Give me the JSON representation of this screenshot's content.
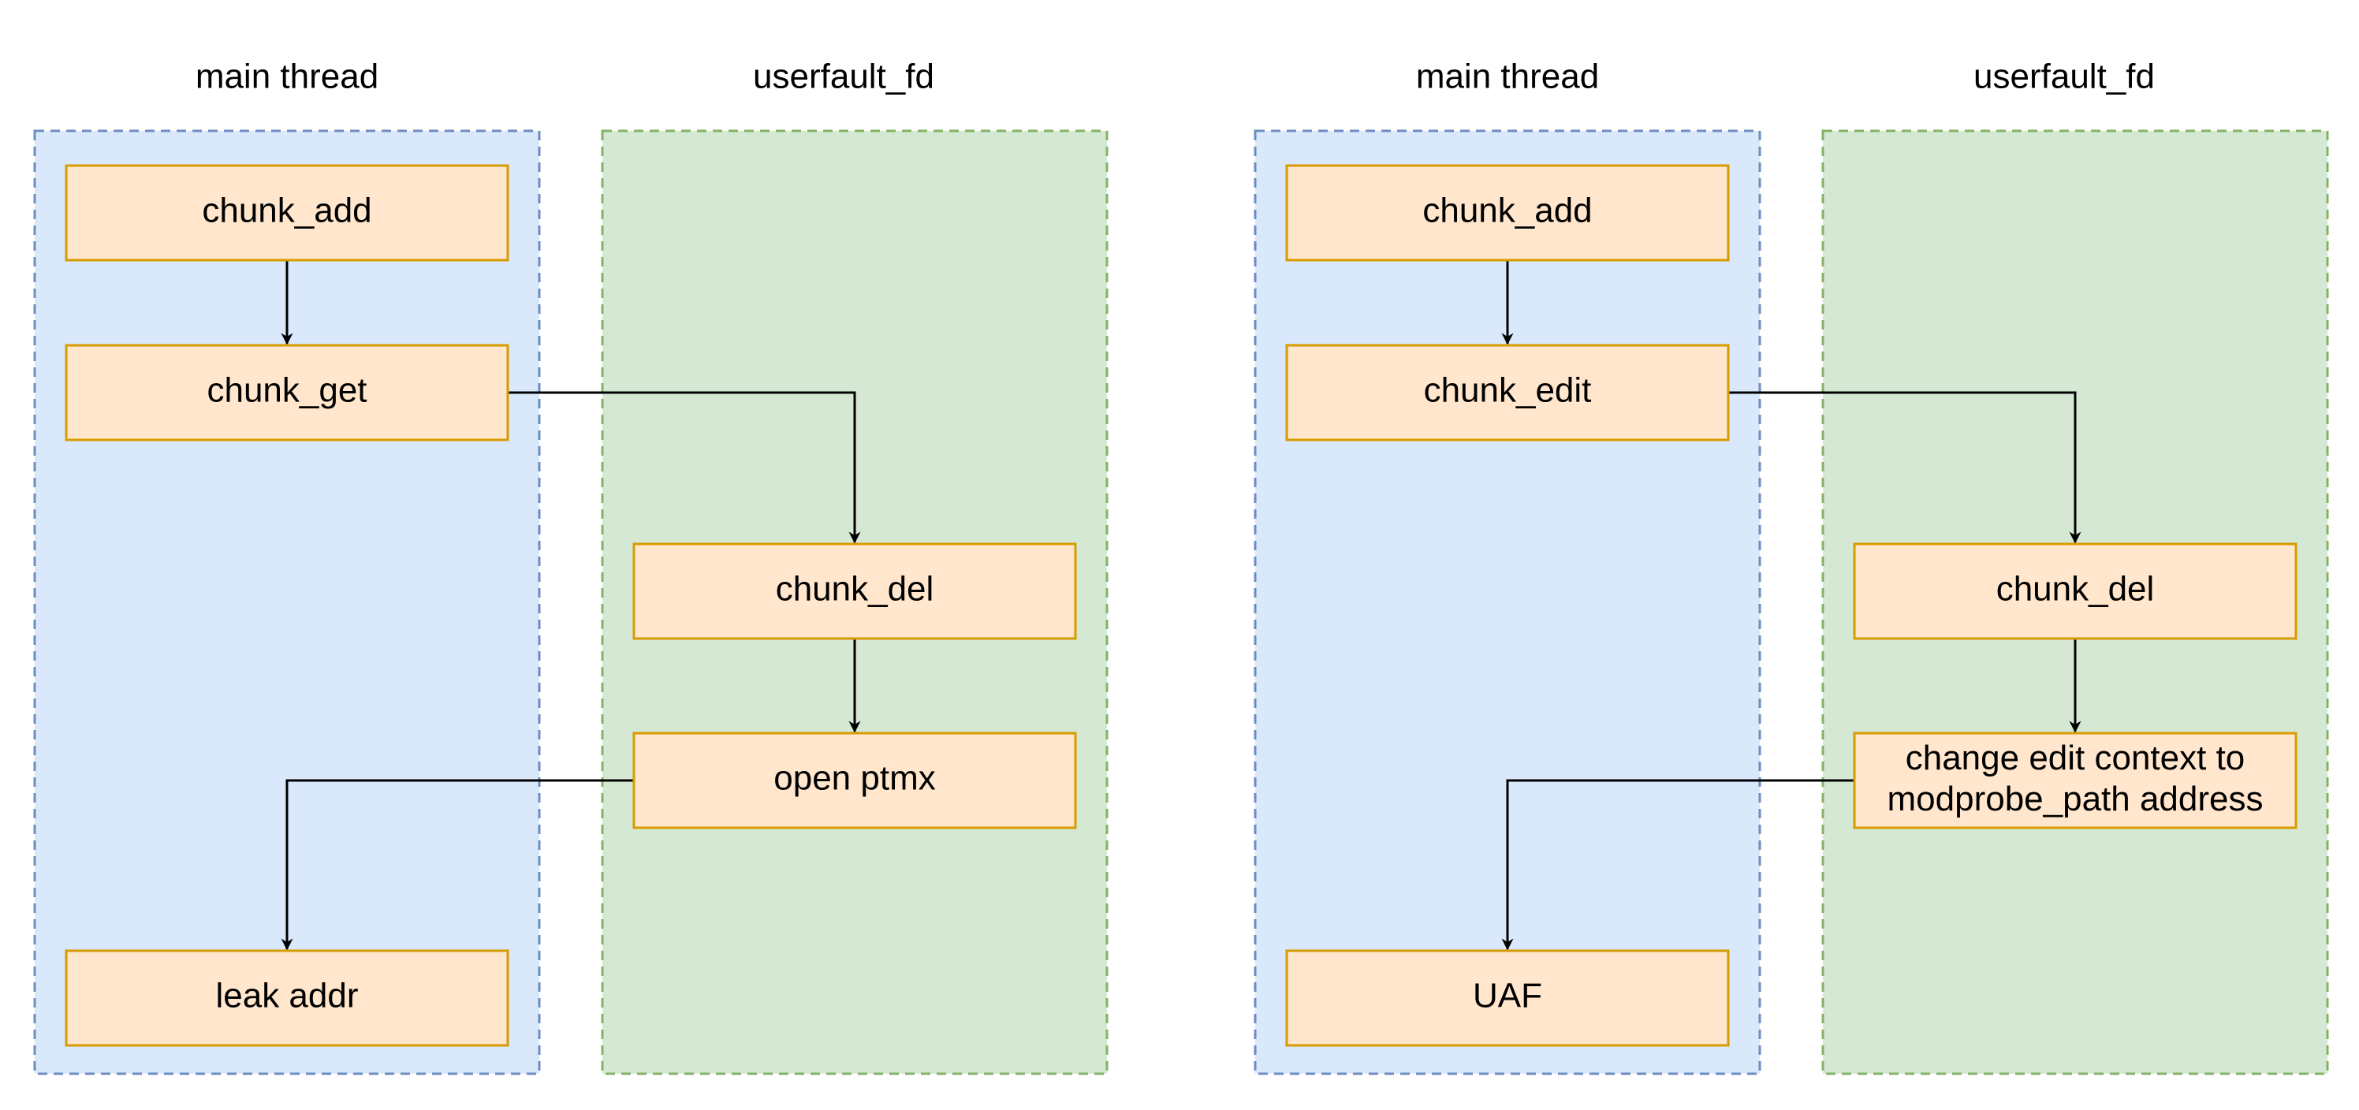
{
  "colors": {
    "main_lane_fill": "#dae8fc",
    "main_lane_border": "#6c8ebf",
    "uffd_lane_fill": "#d5e8d4",
    "uffd_lane_border": "#82b366",
    "node_fill": "#ffe6cc",
    "node_border": "#d79b00",
    "edge": "#000000"
  },
  "diagrams": [
    {
      "lanes": {
        "main": "main thread",
        "uffd": "userfault_fd"
      },
      "nodes": {
        "a": "chunk_add",
        "b": "chunk_get",
        "c": "chunk_del",
        "d": "open ptmx",
        "e": "leak addr"
      }
    },
    {
      "lanes": {
        "main": "main thread",
        "uffd": "userfault_fd"
      },
      "nodes": {
        "a": "chunk_add",
        "b": "chunk_edit",
        "c": "chunk_del",
        "d": "change edit context to\nmodprobe_path address",
        "e": "UAF"
      }
    }
  ],
  "edges": [
    {
      "from": "a",
      "to": "b"
    },
    {
      "from": "b",
      "to": "c"
    },
    {
      "from": "c",
      "to": "d"
    },
    {
      "from": "d",
      "to": "e"
    }
  ]
}
